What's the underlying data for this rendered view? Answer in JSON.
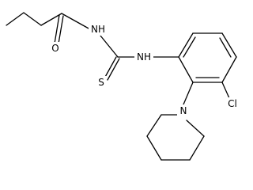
{
  "structure": {
    "atom_labels": {
      "amide_oxygen": "O",
      "amide_nitrogen": "NH",
      "thione_sulfur": "S",
      "aryl_nitrogen": "NH",
      "chlorine": "Cl",
      "piperidine_nitrogen": "N"
    },
    "colors": {
      "bond": "#000000",
      "label": "#000000",
      "background": "#ffffff"
    }
  }
}
